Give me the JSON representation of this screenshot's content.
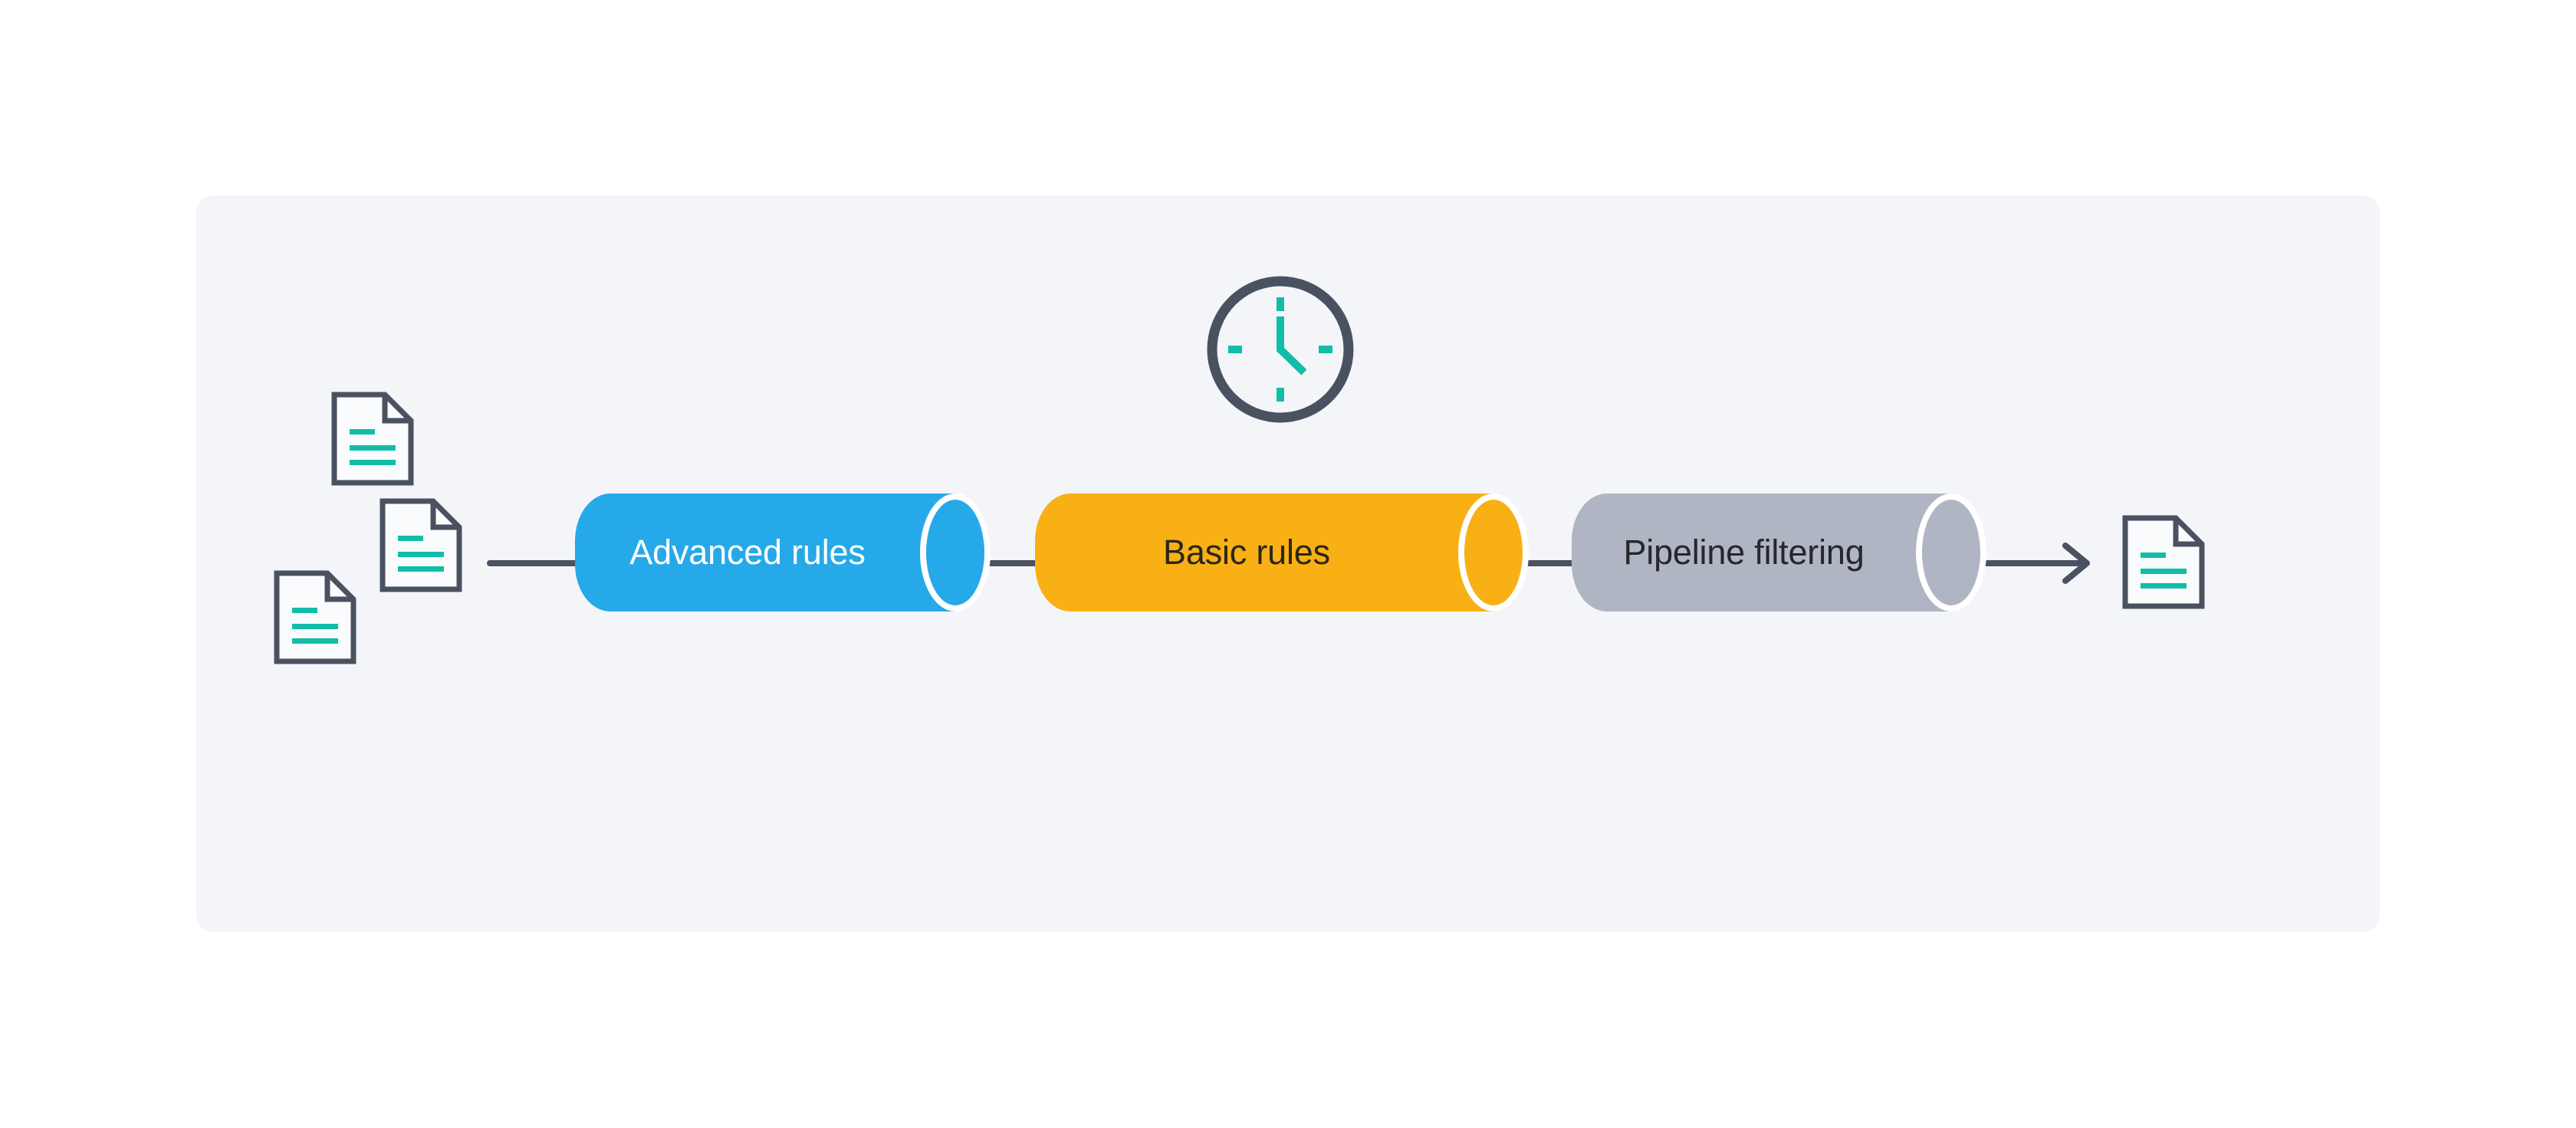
{
  "page": {
    "background": "#ffffff",
    "panel": {
      "background": "#f4f5f8"
    }
  },
  "palette": {
    "outline": "#4a5261",
    "teal": "#10bda8",
    "connector": "#4a5261",
    "cap_ring": "#ffffff"
  },
  "pipeline": {
    "input_documents": {
      "icon": "document-icon",
      "count": 3
    },
    "clock": {
      "icon": "clock-icon"
    },
    "stages": [
      {
        "label": "Advanced rules",
        "fill": "#26a9e9",
        "label_color": "#ffffff"
      },
      {
        "label": "Basic rules",
        "fill": "#f8b015",
        "label_color": "#2b2617"
      },
      {
        "label": "Pipeline filtering",
        "fill": "#afb5c3",
        "label_color": "#25272c"
      }
    ],
    "output_document": {
      "icon": "document-icon",
      "count": 1
    }
  }
}
